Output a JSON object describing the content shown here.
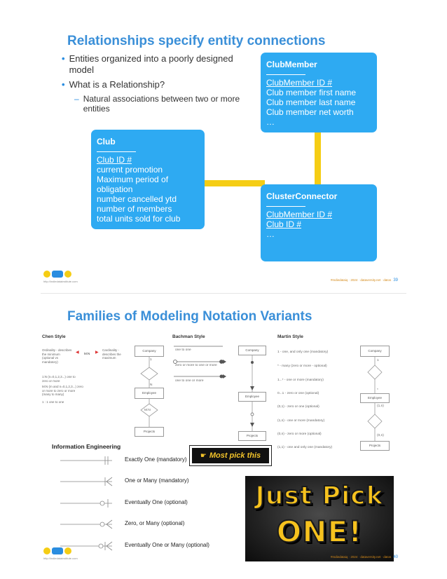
{
  "slide1": {
    "title": "Relationships specify entity connections",
    "bullets": [
      {
        "text": "Entities organized into a poorly designed model"
      },
      {
        "text": "What is a Relationship?"
      }
    ],
    "sub_bullets": [
      {
        "text": "Natural associations between two or more entities"
      }
    ],
    "club": {
      "title": "Club",
      "rows": [
        "Club ID #",
        "current promotion",
        "Maximum period of obligation",
        "number cancelled ytd",
        "number of members",
        "total units sold for club",
        "…"
      ]
    },
    "clubmember": {
      "title": "ClubMember",
      "rows": [
        "ClubMember ID #",
        "Club member first name",
        "Club member last name",
        "Club member net worth",
        "…"
      ]
    },
    "clusterconnector": {
      "title": "ClusterConnector",
      "rows": [
        "ClubMember ID #",
        "Club ID #",
        "…"
      ]
    },
    "footer": "#Indiedataiq · 2024 · dataversity.net · datos",
    "page": "39",
    "url": "http://indiedatainstitute.com"
  },
  "slide2": {
    "title": "Families of Modeling Notation Variants",
    "chen": {
      "title": "Chen Style",
      "ordinality": "Ordinality - describes the minimum (optional vs mandatory)",
      "cardinality": "Cardinality - describes the maximum",
      "mn": "M:N",
      "notes": [
        "1:N (n=0,1,2,3...) one to zero or more",
        "M:N (m and n=0,1,2,3...) zero or more to zero or more (many to many)",
        "1 : 1 one to one"
      ],
      "company": "Company",
      "employee": "Employee",
      "projects": "Projects",
      "one": "1",
      "n": "N",
      "mn2": "M:N"
    },
    "bachman": {
      "title": "Bachman Style",
      "labels": [
        "one to one",
        "zero or more to one or more",
        "one to one or more"
      ],
      "company": "Company",
      "employee": "Employee",
      "projects": "Projects"
    },
    "martin": {
      "title": "Martin Style",
      "labels": [
        "1 - one, and only one (mandatory)",
        "* - many (zero or more - optional)",
        "1...* - one or more (mandatory)",
        "0...1 - zero or one (optional)",
        "(0,1) - zero or one (optional)",
        "(1,n) - one or more (mandatory)",
        "(0,n) - zero or more (optional)",
        "(1,1) - one and only one (mandatory)"
      ],
      "company": "Company",
      "employee": "Employee",
      "projects": "Projects",
      "one": "1",
      "star": "*",
      "n1": "(1,n)",
      "n0": "(0,n)"
    },
    "ie": {
      "title": "Information Engineering",
      "rows": [
        {
          "label": "Exactly One (mandatory)"
        },
        {
          "label": "One or Many (mandatory)"
        },
        {
          "label": "Eventually One (optional)"
        },
        {
          "label": "Zero, or Many (optional)"
        },
        {
          "label": "Eventually One or Many (optional)"
        }
      ]
    },
    "must_pick": "Most pick this",
    "just_pick_1": "Just Pick",
    "just_pick_2": "ONE!",
    "footer": "#Indiedataiq · 2024 · dataversity.net · datos",
    "page": "40",
    "url": "http://indiedatainstitute.com"
  },
  "colors": {
    "title_blue": "#3a8fd8",
    "card_blue": "#2eaaf2",
    "connector_yellow": "#f5cd14",
    "bullet_blue": "#2a8de0",
    "pick_yellow": "#f6c21e"
  }
}
